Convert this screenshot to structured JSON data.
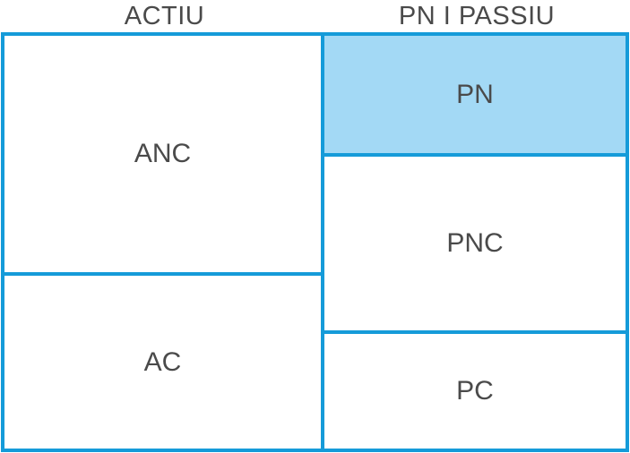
{
  "headers": {
    "left": "ACTIU",
    "right": "PN I PASSIU"
  },
  "cells": {
    "anc": "ANC",
    "ac": "AC",
    "pn": "PN",
    "pnc": "PNC",
    "pc": "PC"
  },
  "colors": {
    "border": "#159bd9",
    "highlight": "#a3d9f5",
    "text": "#4a4a4a"
  }
}
